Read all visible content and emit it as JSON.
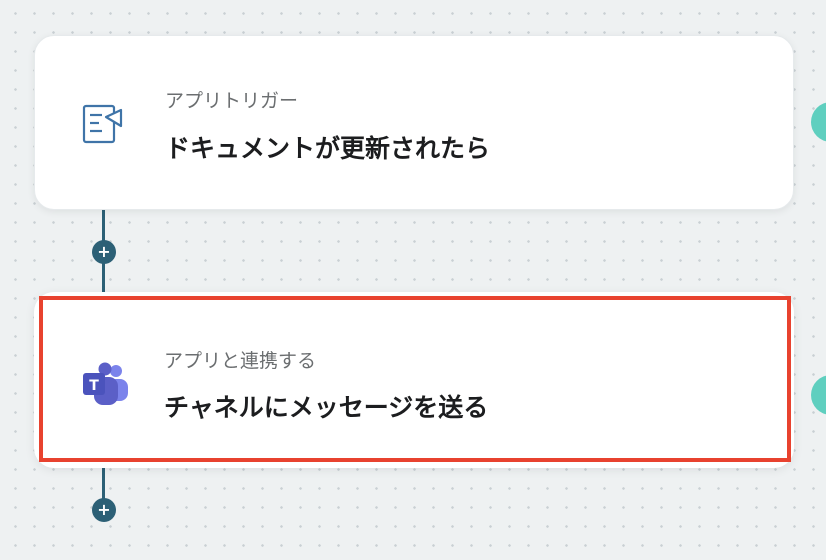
{
  "flow": {
    "trigger": {
      "subtitle": "アプリトリガー",
      "title": "ドキュメントが更新されたら",
      "icon": "document-icon"
    },
    "action": {
      "subtitle": "アプリと連携する",
      "title": "チャネルにメッセージを送る",
      "icon": "microsoft-teams-icon"
    },
    "add_step_symbol": "+"
  },
  "colors": {
    "connector": "#2c6076",
    "highlight_border": "#e8422f",
    "side_tab": "#5fcfbf",
    "teams_purple": "#5b5fc7"
  }
}
